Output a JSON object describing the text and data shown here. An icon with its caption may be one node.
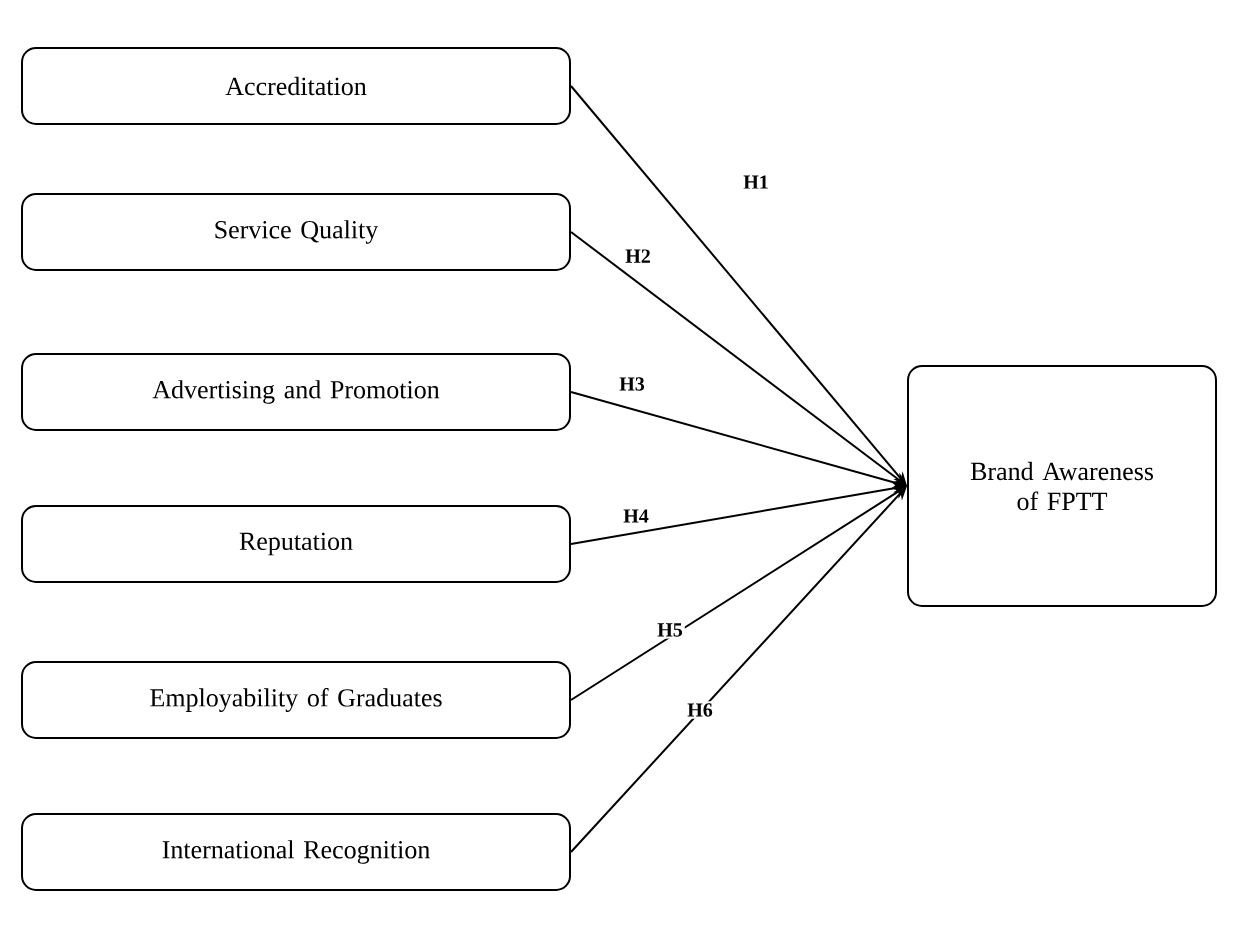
{
  "diagram": {
    "nodes": [
      {
        "text": [
          "Accreditation"
        ]
      },
      {
        "text": [
          "Service Quality"
        ]
      },
      {
        "text": [
          "Advertising and Promotion"
        ]
      },
      {
        "text": [
          "Reputation"
        ]
      },
      {
        "text": [
          "Employability of Graduates"
        ]
      },
      {
        "text": [
          "International Recognition"
        ]
      },
      {
        "text": [
          "Brand Awareness of FPTT"
        ]
      }
    ],
    "edges": [
      {
        "from": 0,
        "to": 6,
        "arrow": "to",
        "label": "H1"
      },
      {
        "from": 1,
        "to": 6,
        "arrow": "to",
        "label": "H2"
      },
      {
        "from": 2,
        "to": 6,
        "arrow": "to",
        "label": "H3"
      },
      {
        "from": 3,
        "to": 6,
        "arrow": "to",
        "label": "H4"
      },
      {
        "from": 4,
        "to": 6,
        "arrow": "to",
        "label": "H5"
      },
      {
        "from": 5,
        "to": 6,
        "arrow": "to",
        "label": "H6"
      }
    ]
  }
}
